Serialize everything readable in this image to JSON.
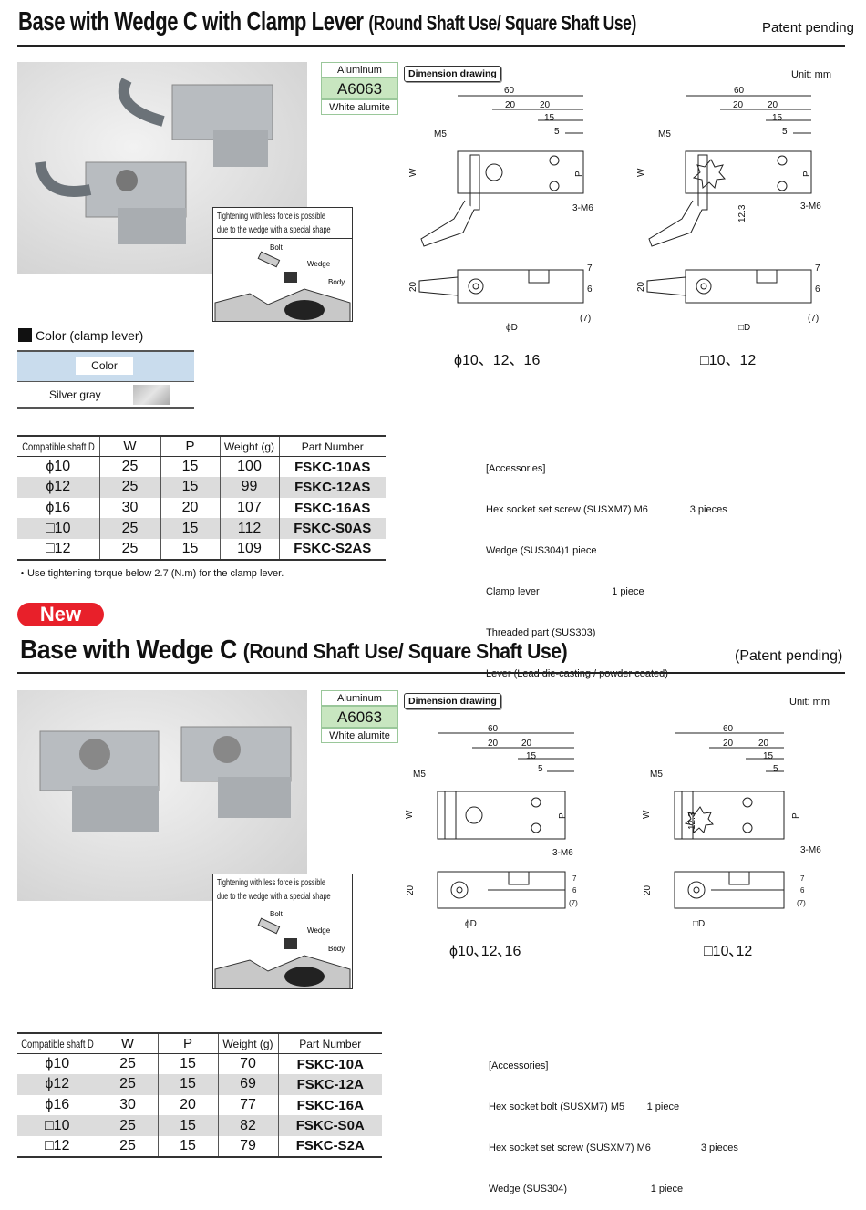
{
  "s1": {
    "title": "Base with Wedge C with Clamp Lever",
    "title_sub": "(Round Shaft Use/ Square Shaft Use)",
    "patent": "Patent pending",
    "callout": {
      "text1": "Tightening with less force is possible",
      "text2": "due to the wedge with a special shape",
      "bolt": "Bolt",
      "wedge": "Wedge",
      "body": "Body"
    },
    "material": {
      "top": "Aluminum",
      "code": "A6063",
      "finish": "White alumite"
    },
    "dim_tag": "Dimension drawing",
    "unit": "Unit: mm",
    "dims": {
      "d60": "60",
      "d20": "20",
      "d15": "15",
      "d5": "5",
      "m5": "M5",
      "m6": "3-M6",
      "w": "W",
      "p": "P",
      "h20": "20",
      "h7": "7",
      "h6": "6",
      "h7p": "(7)",
      "phiD": "ϕD",
      "sqD": "□D",
      "h123": "12.3"
    },
    "caption_round": "ϕ10、12、16",
    "caption_square": "□10、12",
    "color": {
      "heading": "Color (clamp lever)",
      "header": "Color",
      "value": "Silver gray"
    },
    "table": {
      "headers": [
        "Compatible shaft D",
        "W",
        "P",
        "Weight (g)",
        "Part Number"
      ],
      "rows": [
        [
          "ϕ10",
          "25",
          "15",
          "100",
          "FSKC-10AS"
        ],
        [
          "ϕ12",
          "25",
          "15",
          "99",
          "FSKC-12AS"
        ],
        [
          "ϕ16",
          "30",
          "20",
          "107",
          "FSKC-16AS"
        ],
        [
          "□10",
          "25",
          "15",
          "112",
          "FSKC-S0AS"
        ],
        [
          "□12",
          "25",
          "15",
          "109",
          "FSKC-S2AS"
        ]
      ]
    },
    "note": "・Use tightening torque below 2.7 (N.m) for the clamp lever.",
    "accessories": [
      "[Accessories]",
      "Hex socket set screw (SUSXM7) M6               3 pieces",
      "Wedge (SUS304)1 piece",
      "Clamp lever                          1 piece",
      "Threaded part (SUS303)",
      "Lever (Lead die-casting / powder coated)"
    ]
  },
  "s2": {
    "new_badge": "New",
    "title": "Base with Wedge C",
    "title_sub": "(Round Shaft Use/ Square Shaft Use)",
    "patent": "(Patent pending)",
    "callout": {
      "text1": "Tightening with less force is possible",
      "text2": "due to the wedge with a special shape",
      "bolt": "Bolt",
      "wedge": "Wedge",
      "body": "Body"
    },
    "material": {
      "top": "Aluminum",
      "code": "A6063",
      "finish": "White alumite"
    },
    "dim_tag": "Dimension drawing",
    "unit": "Unit: mm",
    "dims": {
      "d60": "60",
      "d20": "20",
      "d15": "15",
      "d5": "5",
      "m5": "M5",
      "m6": "3-M6",
      "w": "W",
      "p": "P",
      "h20": "20",
      "h7": "7",
      "h6": "6",
      "h7p": "(7)",
      "phiD": "ϕD",
      "sqD": "□D",
      "h123": "12.3"
    },
    "caption_round": "ϕ10､12､16",
    "caption_square": "□10､12",
    "table": {
      "headers": [
        "Compatible shaft D",
        "W",
        "P",
        "Weight (g)",
        "Part Number"
      ],
      "rows": [
        [
          "ϕ10",
          "25",
          "15",
          "70",
          "FSKC-10A"
        ],
        [
          "ϕ12",
          "25",
          "15",
          "69",
          "FSKC-12A"
        ],
        [
          "ϕ16",
          "30",
          "20",
          "77",
          "FSKC-16A"
        ],
        [
          "□10",
          "25",
          "15",
          "82",
          "FSKC-S0A"
        ],
        [
          "□12",
          "25",
          "15",
          "79",
          "FSKC-S2A"
        ]
      ]
    },
    "accessories": [
      "[Accessories]",
      "Hex socket bolt (SUSXM7) M5        1 piece",
      "Hex socket set screw (SUSXM7) M6                  3 pieces",
      "Wedge (SUS304)                              1 piece"
    ]
  }
}
